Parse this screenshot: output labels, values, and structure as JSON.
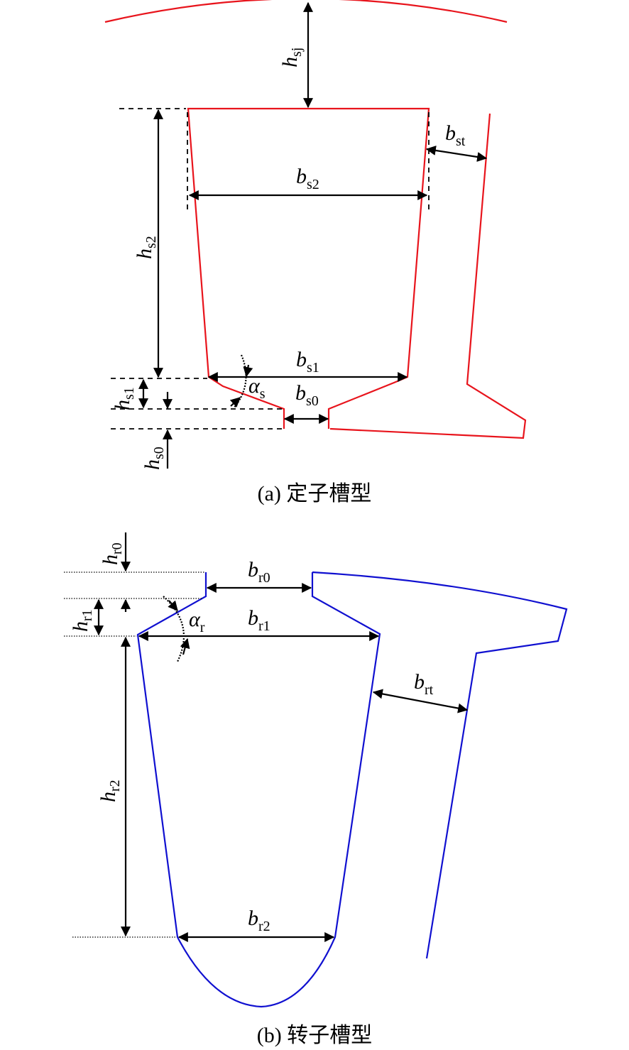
{
  "stator": {
    "caption": "(a) 定子槽型",
    "labels": {
      "hsj": {
        "main": "h",
        "sub": "sj"
      },
      "bst": {
        "main": "b",
        "sub": "st"
      },
      "bs2": {
        "main": "b",
        "sub": "s2"
      },
      "hs2": {
        "main": "h",
        "sub": "s2"
      },
      "bs1": {
        "main": "b",
        "sub": "s1"
      },
      "alpha_s": {
        "main": "α",
        "sub": "s"
      },
      "hs1": {
        "main": "h",
        "sub": "s1"
      },
      "bs0": {
        "main": "b",
        "sub": "s0"
      },
      "hs0": {
        "main": "h",
        "sub": "s0"
      }
    }
  },
  "rotor": {
    "caption": "(b) 转子槽型",
    "labels": {
      "hr0": {
        "main": "h",
        "sub": "r0"
      },
      "br0": {
        "main": "b",
        "sub": "r0"
      },
      "hr1": {
        "main": "h",
        "sub": "r1"
      },
      "alpha_r": {
        "main": "α",
        "sub": "r"
      },
      "br1": {
        "main": "b",
        "sub": "r1"
      },
      "brt": {
        "main": "b",
        "sub": "rt"
      },
      "hr2": {
        "main": "h",
        "sub": "r2"
      },
      "br2": {
        "main": "b",
        "sub": "r2"
      }
    }
  },
  "colors": {
    "stator": "#e8141c",
    "rotor": "#1010d0",
    "dimension": "#000000"
  }
}
